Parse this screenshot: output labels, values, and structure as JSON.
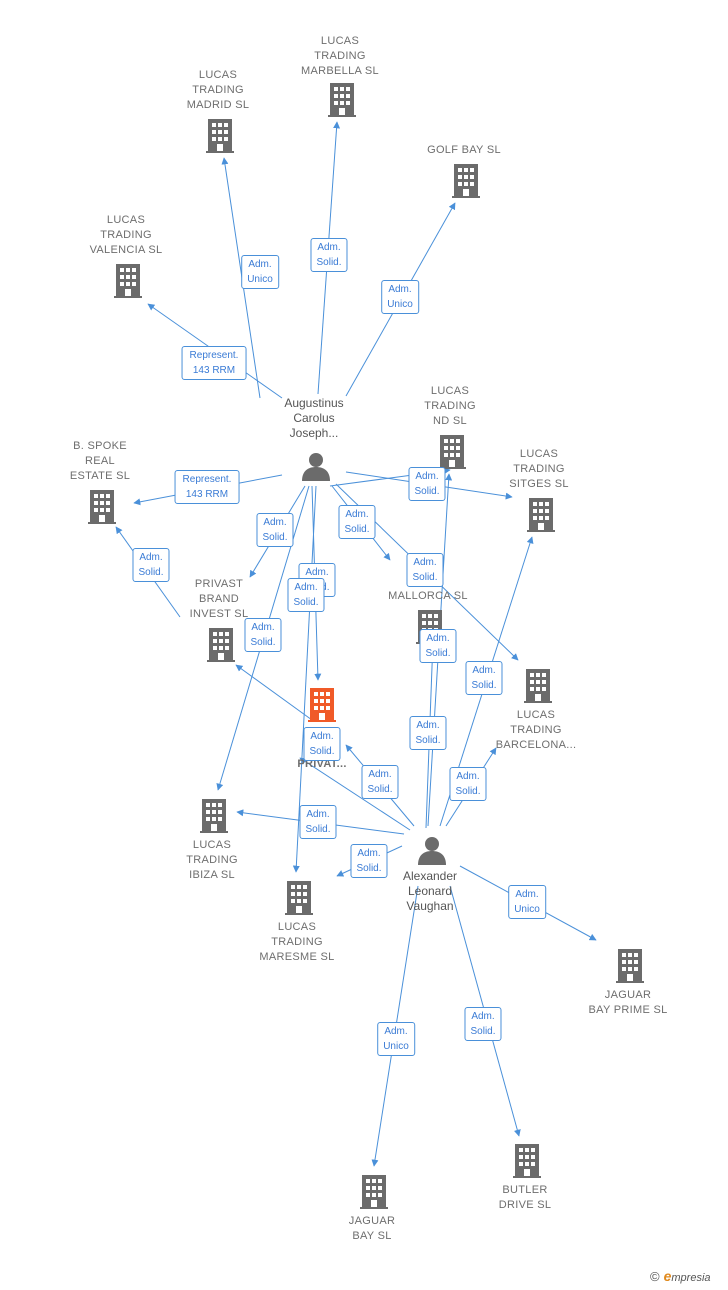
{
  "nodes": [
    {
      "id": "augustinus",
      "kind": "person",
      "label": "Augustinus\nCarolus\nJoseph..."
    },
    {
      "id": "alexander",
      "kind": "person",
      "label": "Alexander\nLeonard\nVaughan"
    },
    {
      "id": "focus",
      "kind": "focus",
      "label": "L...\nT...G\nPRIVAT..."
    },
    {
      "id": "marbella",
      "kind": "company",
      "label": "LUCAS\nTRADING\nMARBELLA  SL"
    },
    {
      "id": "madrid",
      "kind": "company",
      "label": "LUCAS\nTRADING\nMADRID  SL"
    },
    {
      "id": "golfbay",
      "kind": "company",
      "label": "GOLF BAY  SL"
    },
    {
      "id": "valencia",
      "kind": "company",
      "label": "LUCAS\nTRADING\nVALENCIA  SL"
    },
    {
      "id": "nd",
      "kind": "company",
      "label": "LUCAS\nTRADING\nND  SL"
    },
    {
      "id": "bspoke",
      "kind": "company",
      "label": "B.  SPOKE\nREAL\nESTATE  SL"
    },
    {
      "id": "sitges",
      "kind": "company",
      "label": "LUCAS\nTRADING\nSITGES  SL"
    },
    {
      "id": "privast",
      "kind": "company",
      "label": "PRIVAST\nBRAND\nINVEST  SL"
    },
    {
      "id": "mallorca",
      "kind": "company",
      "label": "T...G\nMALLORCA  SL"
    },
    {
      "id": "barcelona",
      "kind": "company",
      "label": "LUCAS\nTRADING\nBARCELONA..."
    },
    {
      "id": "ibiza",
      "kind": "company",
      "label": "LUCAS\nTRADING\nIBIZA  SL"
    },
    {
      "id": "maresme",
      "kind": "company",
      "label": "LUCAS\nTRADING\nMARESME  SL"
    },
    {
      "id": "jaguarprime",
      "kind": "company",
      "label": "JAGUAR\nBAY PRIME  SL"
    },
    {
      "id": "jaguarbay",
      "kind": "company",
      "label": "JAGUAR\nBAY  SL"
    },
    {
      "id": "butler",
      "kind": "company",
      "label": "BUTLER\nDRIVE  SL"
    }
  ],
  "edges": [
    {
      "from": "augustinus",
      "to": "madrid",
      "label": "Adm.\nUnico"
    },
    {
      "from": "augustinus",
      "to": "marbella",
      "label": "Adm.\nSolid."
    },
    {
      "from": "augustinus",
      "to": "golfbay",
      "label": "Adm.\nUnico"
    },
    {
      "from": "augustinus",
      "to": "valencia",
      "label": "Represent.\n143 RRM"
    },
    {
      "from": "augustinus",
      "to": "bspoke",
      "label": "Represent.\n143 RRM"
    },
    {
      "from": "augustinus",
      "to": "nd",
      "label": "Adm.\nSolid."
    },
    {
      "from": "augustinus",
      "to": "sitges",
      "label": ""
    },
    {
      "from": "augustinus",
      "to": "privast",
      "label": "Adm.\nSolid."
    },
    {
      "from": "augustinus",
      "to": "mallorca",
      "label": "Adm.\nSolid."
    },
    {
      "from": "augustinus",
      "to": "barcelona",
      "label": "Adm.\nSolid."
    },
    {
      "from": "augustinus",
      "to": "focus",
      "label": "Adm.\nSolid."
    },
    {
      "from": "augustinus",
      "to": "maresme",
      "label": "Adm.\nSolid."
    },
    {
      "from": "augustinus",
      "to": "ibiza",
      "label": ""
    },
    {
      "from": "privast",
      "to": "bspoke",
      "label": "Adm.\nSolid."
    },
    {
      "from": "focus",
      "to": "privast",
      "label": "Adm.\nSolid."
    },
    {
      "from": "alexander",
      "to": "mallorca",
      "label": "Adm.\nSolid."
    },
    {
      "from": "alexander",
      "to": "nd",
      "label": "Adm.\nSolid."
    },
    {
      "from": "alexander",
      "to": "sitges",
      "label": "Adm.\nSolid."
    },
    {
      "from": "alexander",
      "to": "barcelona",
      "label": "Adm.\nSolid."
    },
    {
      "from": "alexander",
      "to": "focus",
      "label": "Adm.\nSolid."
    },
    {
      "from": "alexander",
      "to": "ibiza",
      "label": "Adm.\nSolid."
    },
    {
      "from": "alexander",
      "to": "maresme",
      "label": "Adm.\nSolid."
    },
    {
      "from": "alexander",
      "to": "jaguarprime",
      "label": "Adm.\nUnico"
    },
    {
      "from": "alexander",
      "to": "jaguarbay",
      "label": "Adm.\nUnico"
    },
    {
      "from": "alexander",
      "to": "butler",
      "label": "Adm.\nSolid."
    },
    {
      "from": "alexander",
      "to": "privast",
      "label": "Adm.\nSolid."
    }
  ],
  "colors": {
    "edge": "#4a90d9",
    "company": "#6b6b6b",
    "focus": "#f05a28",
    "person": "#6b6b6b"
  },
  "brand": {
    "copyright": "©",
    "initial": "e",
    "rest": "mpresia"
  }
}
